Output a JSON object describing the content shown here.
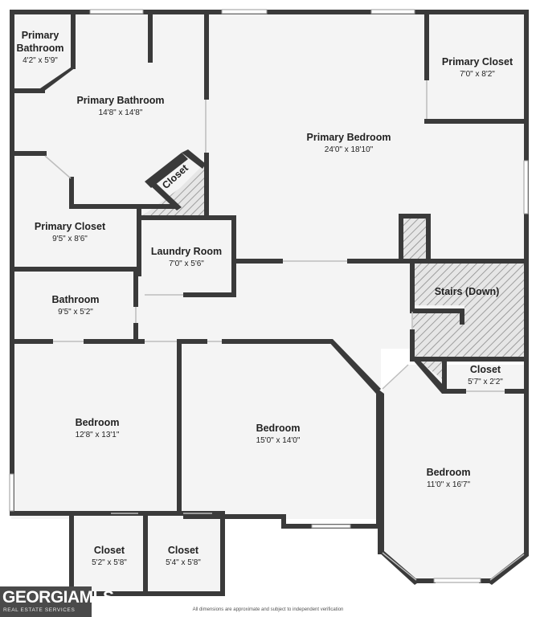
{
  "rooms": {
    "primary_bath_small": {
      "name_line1": "Primary",
      "name_line2": "Bathroom",
      "dims": "4'2\" x 5'9\""
    },
    "primary_bathroom": {
      "name": "Primary Bathroom",
      "dims": "14'8\" x 14'8\""
    },
    "primary_bedroom": {
      "name": "Primary Bedroom",
      "dims": "24'0\" x 18'10\""
    },
    "primary_closet_right": {
      "name": "Primary Closet",
      "dims": "7'0\" x 8'2\""
    },
    "closet_diagonal": {
      "name": "Closet"
    },
    "primary_closet_left": {
      "name": "Primary Closet",
      "dims": "9'5\" x 8'6\""
    },
    "laundry_room": {
      "name": "Laundry Room",
      "dims": "7'0\" x 5'6\""
    },
    "bathroom": {
      "name": "Bathroom",
      "dims": "9'5\" x 5'2\""
    },
    "stairs": {
      "name": "Stairs (Down)"
    },
    "closet_small_right": {
      "name": "Closet",
      "dims": "5'7\" x 2'2\""
    },
    "bedroom_left": {
      "name": "Bedroom",
      "dims": "12'8\" x 13'1\""
    },
    "bedroom_middle": {
      "name": "Bedroom",
      "dims": "15'0\" x 14'0\""
    },
    "bedroom_right": {
      "name": "Bedroom",
      "dims": "11'0\" x 16'7\""
    },
    "closet_bottom_1": {
      "name": "Closet",
      "dims": "5'2\" x 5'8\""
    },
    "closet_bottom_2": {
      "name": "Closet",
      "dims": "5'4\" x 5'8\""
    }
  },
  "logo": {
    "main": "GEORGIAMLS",
    "sub": "REAL ESTATE SERVICES"
  },
  "disclaimer": "All dimensions are approximate and subject to independent verification",
  "colors": {
    "wall": "#3a3a3a",
    "floor": "#f4f4f4",
    "hatch": "#8c8c8c"
  }
}
